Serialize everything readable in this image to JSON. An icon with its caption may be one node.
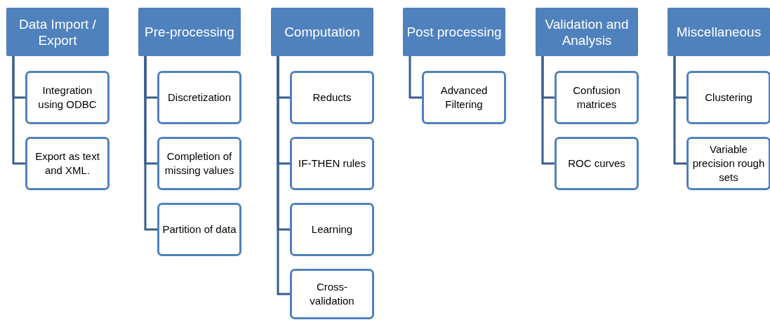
{
  "diagram": {
    "nodes": [
      {
        "text": [
          "Data Import / Export"
        ]
      },
      {
        "text": [
          "Integration using ODBC"
        ]
      },
      {
        "text": [
          "Export as text and XML."
        ]
      },
      {
        "text": [
          "Pre-processing"
        ]
      },
      {
        "text": [
          "Discretization"
        ]
      },
      {
        "text": [
          "Completion of missing values"
        ]
      },
      {
        "text": [
          "Partition of data"
        ]
      },
      {
        "text": [
          "Computation"
        ]
      },
      {
        "text": [
          "Reducts"
        ]
      },
      {
        "text": [
          "IF-THEN rules"
        ]
      },
      {
        "text": [
          "Learning"
        ]
      },
      {
        "text": [
          "Cross-validation"
        ]
      },
      {
        "text": [
          "Post processing"
        ]
      },
      {
        "text": [
          "Advanced Filtering"
        ]
      },
      {
        "text": [
          "Validation and Analysis"
        ]
      },
      {
        "text": [
          "Confusion matrices"
        ]
      },
      {
        "text": [
          "ROC curves"
        ]
      },
      {
        "text": [
          "Miscellaneous"
        ]
      },
      {
        "text": [
          "Clustering"
        ]
      },
      {
        "text": [
          "Variable precision rough sets"
        ]
      }
    ],
    "edges": [
      {
        "from": 0,
        "to": 1,
        "arrow": "none"
      },
      {
        "from": 0,
        "to": 2,
        "arrow": "none"
      },
      {
        "from": 3,
        "to": 4,
        "arrow": "none"
      },
      {
        "from": 3,
        "to": 5,
        "arrow": "none"
      },
      {
        "from": 3,
        "to": 6,
        "arrow": "none"
      },
      {
        "from": 7,
        "to": 8,
        "arrow": "none"
      },
      {
        "from": 7,
        "to": 9,
        "arrow": "none"
      },
      {
        "from": 7,
        "to": 10,
        "arrow": "none"
      },
      {
        "from": 7,
        "to": 11,
        "arrow": "none"
      },
      {
        "from": 12,
        "to": 13,
        "arrow": "none"
      },
      {
        "from": 14,
        "to": 15,
        "arrow": "none"
      },
      {
        "from": 14,
        "to": 16,
        "arrow": "none"
      },
      {
        "from": 17,
        "to": 18,
        "arrow": "none"
      },
      {
        "from": 17,
        "to": 19,
        "arrow": "none"
      }
    ]
  }
}
